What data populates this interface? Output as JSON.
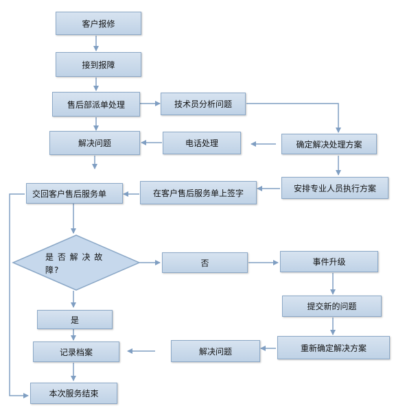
{
  "nodes": {
    "customer_report": "客户报修",
    "receive_report": "接到报障",
    "dispatch": "售后部派单处理",
    "tech_analysis": "技术员分析问题",
    "resolve_1": "解决问题",
    "phone_handling": "电话处理",
    "confirm_plan": "确定解决处理方案",
    "sign_order": "在客户售后服务单上签字",
    "assign_staff": "安排专业人员执行方案",
    "return_order": "交回客户售后服务单",
    "decision_line1": "是 否 解 决 故",
    "decision_line2": "障?",
    "no": "否",
    "escalate": "事件升级",
    "yes": "是",
    "submit_new": "提交新的问题",
    "record_archive": "记录档案",
    "resolve_2": "解决问题",
    "reconfirm_plan": "重新确定解决方案",
    "end": "本次服务结束"
  },
  "colors": {
    "box_fill_top": "#d7e3f0",
    "box_fill_bottom": "#bfd2e6",
    "box_border": "#8aa7c6",
    "connector": "#7f9ec2"
  }
}
